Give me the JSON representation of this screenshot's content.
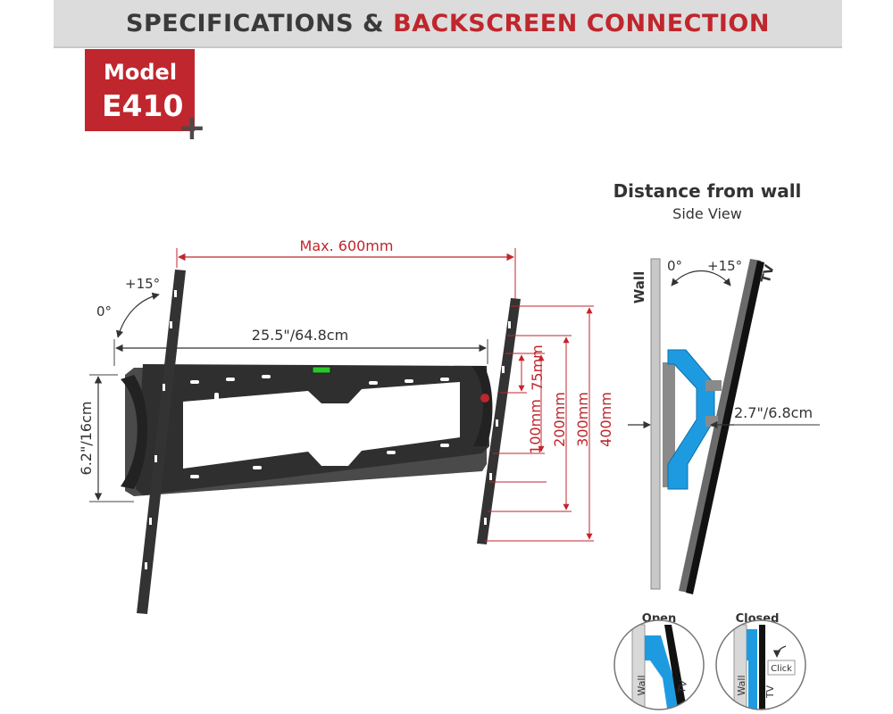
{
  "header": {
    "title_part1": "SPECIFICATIONS &",
    "title_part2": "BACKSCREEN CONNECTION"
  },
  "badge": {
    "line1": "Model",
    "line2": "E410",
    "plus": "+"
  },
  "front_view": {
    "max_width": "Max. 600mm",
    "width": "25.5\"/64.8cm",
    "height": "6.2\"/16cm",
    "tilt_plus": "+15°",
    "tilt_zero": "0°",
    "vesa_heights": [
      "75mm",
      "100mm",
      "200mm",
      "300mm",
      "400mm"
    ]
  },
  "side_view": {
    "title": "Distance from wall",
    "subtitle": "Side View",
    "angle_zero": "0°",
    "angle_plus": "+15°",
    "wall_label": "Wall",
    "tv_label": "TV",
    "distance": "2.7\"/6.8cm"
  },
  "lock_detail": {
    "open_label": "Open",
    "closed_label": "Closed",
    "wall_label": "Wall",
    "tv_label": "TV",
    "click_label": "Click"
  },
  "colors": {
    "accent_red": "#c0262d",
    "bracket_blue": "#1e9be0",
    "bracket_dark": "#2b2b2b"
  }
}
